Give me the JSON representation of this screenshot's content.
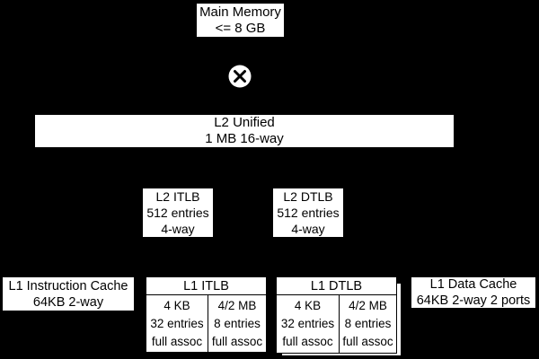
{
  "diagram": {
    "title": "memory-hierarchy-block-diagram",
    "colors": {
      "background": "#000000",
      "box_fill": "#ffffff",
      "box_border": "#000000",
      "text": "#000000"
    },
    "icons": {
      "crossbar": "circle-x-icon"
    },
    "nodes": {
      "main_memory": {
        "line1": "Main Memory",
        "line2": "<= 8 GB"
      },
      "l2_unified": {
        "line1": "L2 Unified",
        "line2": "1 MB 16-way"
      },
      "l2_itlb": {
        "line1": "L2 ITLB",
        "line2": "512 entries",
        "line3": "4-way"
      },
      "l2_dtlb": {
        "line1": "L2 DTLB",
        "line2": "512 entries",
        "line3": "4-way"
      },
      "l1_icache": {
        "line1": "L1 Instruction Cache",
        "line2": "64KB 2-way"
      },
      "l1_itlb": {
        "title": "L1 ITLB",
        "small_pages": {
          "line1": "4 KB",
          "line2": "32 entries",
          "line3": "full assoc"
        },
        "large_pages": {
          "line1": "4/2 MB",
          "line2": "8 entries",
          "line3": "full assoc"
        }
      },
      "l1_dtlb": {
        "title": "L1 DTLB",
        "small_pages": {
          "line1": "4 KB",
          "line2": "32 entries",
          "line3": "full assoc"
        },
        "large_pages": {
          "line1": "4/2 MB",
          "line2": "8 entries",
          "line3": "full assoc"
        }
      },
      "l1_dcache": {
        "line1": "L1 Data Cache",
        "line2": "64KB 2-way 2 ports"
      }
    }
  }
}
